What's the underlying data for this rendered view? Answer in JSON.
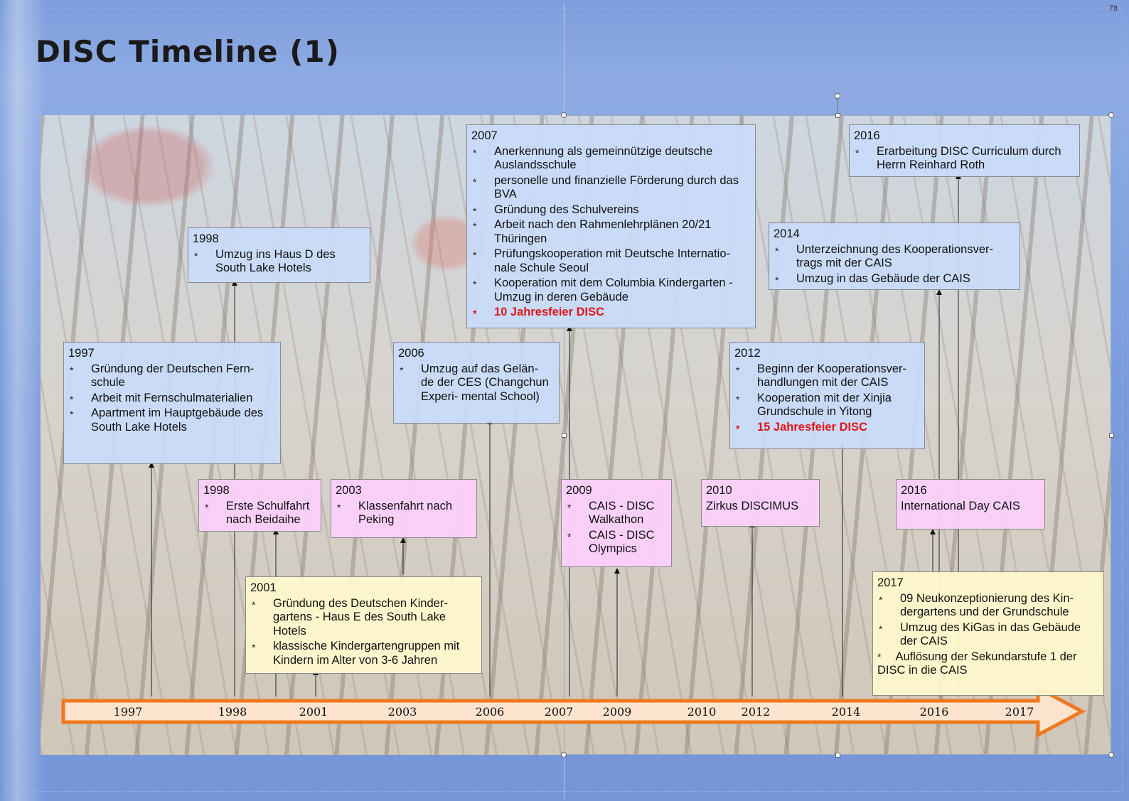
{
  "slide": {
    "page_number": "78",
    "title": "DISC Timeline (1)"
  },
  "timeline": {
    "axis_labels": [
      "1997",
      "1998",
      "2001",
      "2003",
      "2006",
      "2007",
      "2009",
      "2010",
      "2012",
      "2014",
      "2016",
      "2017"
    ],
    "arrow_color": "#f07820",
    "arrow_fill": "#fde4cf"
  },
  "colors": {
    "blue_box": "#c8dcfa",
    "pink_box": "#fcd0fc",
    "yellow_box": "#fff8cd",
    "highlight_red": "#e0161a"
  },
  "events": {
    "e1997": {
      "year": "1997",
      "items": [
        "Gründung der Deutschen Fern- schule",
        "Arbeit mit Fernschulmaterialien",
        "Apartment im Hauptgebäude des South Lake Hotels"
      ]
    },
    "e1998a": {
      "year": "1998",
      "items": [
        "Umzug ins Haus D des South Lake Hotels"
      ]
    },
    "e1998b": {
      "year": "1998",
      "items": [
        "Erste Schulfahrt nach Beidaihe"
      ]
    },
    "e2001": {
      "year": "2001",
      "items": [
        "Gründung des Deutschen Kinder- gartens - Haus E des South Lake Hotels",
        "klassische Kindergartengruppen mit Kindern im Alter von 3-6 Jahren"
      ]
    },
    "e2003": {
      "year": "2003",
      "items": [
        "Klassenfahrt nach Peking"
      ]
    },
    "e2006": {
      "year": "2006",
      "items": [
        "Umzug auf das Gelän- de der CES (Changchun Experi- mental School)"
      ]
    },
    "e2007": {
      "year": "2007",
      "items": [
        "Anerkennung als gemeinnützige deutsche Auslandsschule",
        "personelle und finanzielle Förderung durch das BVA",
        "Gründung des Schulvereins",
        "Arbeit nach den Rahmenlehrplänen 20/21 Thüringen",
        "Prüfungskooperation mit Deutsche Internatio- nale Schule Seoul",
        "Kooperation mit dem Columbia Kindergarten - Umzug in deren Gebäude"
      ],
      "highlight": "10 Jahresfeier DISC"
    },
    "e2009": {
      "year": "2009",
      "items": [
        "CAIS - DISC Walkathon",
        "CAIS - DISC Olympics"
      ]
    },
    "e2010": {
      "year": "2010",
      "text": "Zirkus DISCIMUS"
    },
    "e2012": {
      "year": "2012",
      "items": [
        "Beginn der Kooperationsver- handlungen mit der CAIS",
        "Kooperation mit der Xinjia Grundschule in Yitong"
      ],
      "highlight": "15 Jahresfeier DISC"
    },
    "e2014": {
      "year": "2014",
      "items": [
        "Unterzeichnung des Kooperationsver- trags mit der CAIS",
        "Umzug in das Gebäude der CAIS"
      ]
    },
    "e2016a": {
      "year": "2016",
      "items": [
        "Erarbeitung DISC Curriculum durch Herrn Reinhard Roth"
      ]
    },
    "e2016b": {
      "year": "2016",
      "text": "International Day CAIS"
    },
    "e2017": {
      "year": "2017",
      "items": [
        "09 Neukonzeptionierung des Kin- dergartens und der Grundschule",
        "Umzug des KiGas in das Gebäude der CAIS",
        "Auflösung der Sekundarstufe 1 der DISC in die CAIS"
      ]
    }
  }
}
